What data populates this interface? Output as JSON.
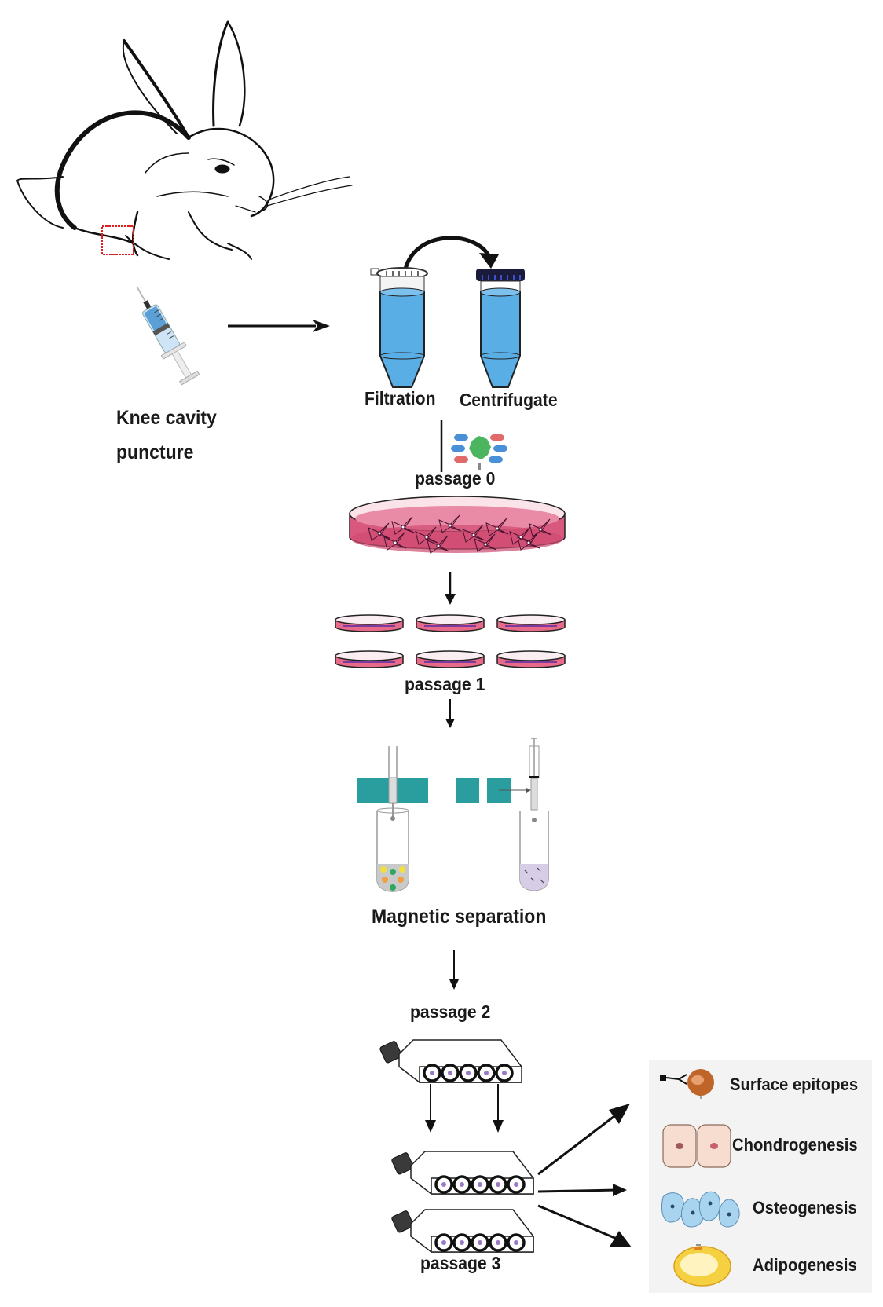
{
  "figure": {
    "title": "Rabbit synovial fluid MSC isolation and culture workflow"
  },
  "steps": {
    "puncture": {
      "line1": "Knee cavity",
      "line2": "puncture"
    },
    "filtration": "Filtration",
    "centrifugate": "Centrifugate",
    "passage0": "passage 0",
    "passage1": "passage 1",
    "magnetic": "Magnetic separation",
    "passage2": "passage 2",
    "passage3": "passage 3"
  },
  "outcomes": [
    {
      "label": "Surface epitopes",
      "icon": "antibody-cell-icon"
    },
    {
      "label": "Chondrogenesis",
      "icon": "chondrocyte-icon"
    },
    {
      "label": "Osteogenesis",
      "icon": "osteoblast-icon"
    },
    {
      "label": "Adipogenesis",
      "icon": "adipocyte-icon"
    }
  ],
  "colors": {
    "tube_liquid": "#5aaee6",
    "dish_medium": "#d9587e",
    "magnet": "#2a9d9f",
    "highlight_box": "#e02020",
    "panel_bg": "#f3f3f3"
  }
}
